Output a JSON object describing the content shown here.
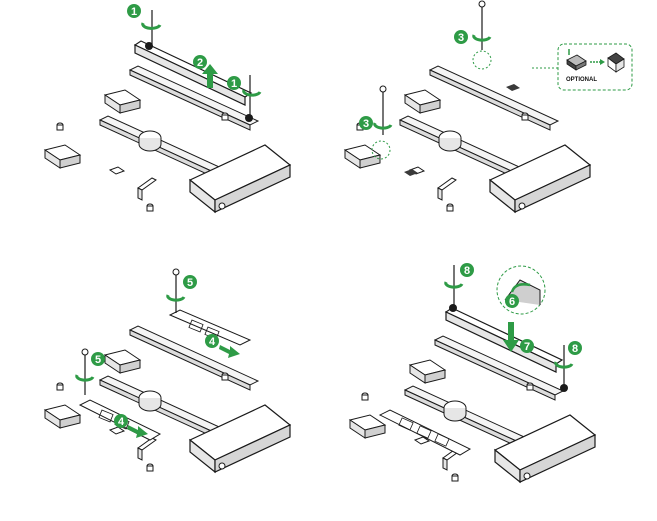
{
  "colors": {
    "accent_green": "#2e9b46",
    "outline": "#1a1a1a",
    "fill": "#ffffff",
    "shade": "#e6e6e6",
    "dark_part": "#3a3a3a"
  },
  "panels": [
    {
      "id": "panel-top-left",
      "steps": [
        "1",
        "2",
        "1"
      ]
    },
    {
      "id": "panel-top-right",
      "steps": [
        "3",
        "3"
      ],
      "optional_label": "OPTIONAL"
    },
    {
      "id": "panel-bottom-left",
      "steps": [
        "5",
        "4",
        "5",
        "4"
      ]
    },
    {
      "id": "panel-bottom-right",
      "steps": [
        "8",
        "6",
        "7",
        "8"
      ]
    }
  ],
  "icons": {
    "screw": "screw-icon",
    "rotate": "rotate-arrow-icon",
    "up_arrow": "up-arrow-icon",
    "down_arrow": "down-arrow-icon",
    "right_arrow": "right-arrow-icon"
  }
}
